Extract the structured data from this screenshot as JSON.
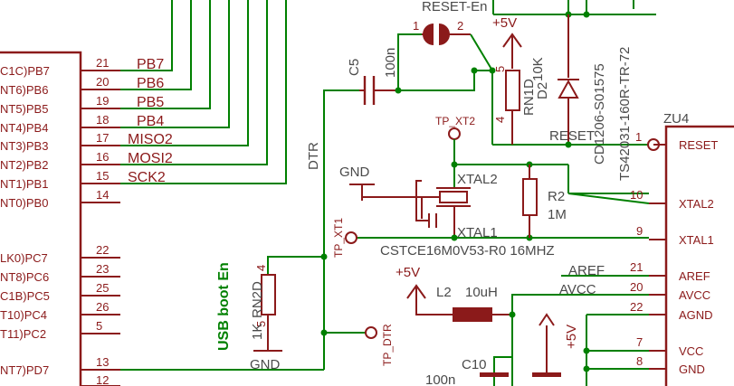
{
  "mcu_left": {
    "pins": [
      {
        "name": "C1C)PB7",
        "num": "21",
        "net": "PB7"
      },
      {
        "name": "NT6)PB6",
        "num": "20",
        "net": "PB6"
      },
      {
        "name": "NT5)PB5",
        "num": "19",
        "net": "PB5"
      },
      {
        "name": "NT4)PB4",
        "num": "18",
        "net": "PB4"
      },
      {
        "name": "NT3)PB3",
        "num": "17",
        "net": "MISO2"
      },
      {
        "name": "NT2)PB2",
        "num": "16",
        "net": "MOSI2"
      },
      {
        "name": "NT1)PB1",
        "num": "15",
        "net": "SCK2"
      },
      {
        "name": "NT0)PB0",
        "num": "14",
        "net": ""
      },
      {
        "name": "LK0)PC7",
        "num": "22",
        "net": ""
      },
      {
        "name": "NT8)PC6",
        "num": "23",
        "net": ""
      },
      {
        "name": "C1B)PC5",
        "num": "25",
        "net": ""
      },
      {
        "name": "T10)PC4",
        "num": "26",
        "net": ""
      },
      {
        "name": "T11)PC2",
        "num": "5",
        "net": ""
      },
      {
        "name": "NT7)PD7",
        "num": "13",
        "net": ""
      },
      {
        "name": "",
        "num": "12",
        "net": ""
      }
    ]
  },
  "reset_jumper": {
    "name": "RESET-En",
    "pin1": "1",
    "pin2": "2"
  },
  "c5": {
    "name": "C5",
    "value": "100n",
    "net": "DTR"
  },
  "rn1d": {
    "name": "RN1D",
    "value": "10K",
    "pin5": "5",
    "pin4": "4"
  },
  "d2": {
    "name": "D2"
  },
  "supply_top": {
    "label": "+5V"
  },
  "reset_net": {
    "label": "RESET"
  },
  "tp_xt2": {
    "label": "TP_XT2"
  },
  "tp_xt1": {
    "label": "TP_XT1"
  },
  "tp_dtr": {
    "label": "TP_DTR"
  },
  "crystal": {
    "net_gnd": "GND",
    "xtal2": "XTAL2",
    "xtal1": "XTAL1",
    "part": "CSTCE16M0V53-R0 16MHZ"
  },
  "r2": {
    "name": "R2",
    "value": "1M"
  },
  "rn2d": {
    "name": "RN2D",
    "value": "1K",
    "pin4": "4",
    "pin5": "5",
    "gnd": "GND"
  },
  "usb_boot": {
    "label": "USB boot En"
  },
  "l2": {
    "name": "L2",
    "value": "10uH",
    "supply": "+5V",
    "net_aref": "AREF",
    "net_avcc": "AVCC"
  },
  "c10": {
    "name": "C10",
    "value": "100n"
  },
  "supply_right": {
    "label": "+5V"
  },
  "zu4": {
    "name": "ZU4",
    "part_a": "CD1206-S01575",
    "part_b": "TS42031-160R-TR-72",
    "pins": [
      {
        "num": "1",
        "name": "RESET"
      },
      {
        "num": "10",
        "name": "XTAL2"
      },
      {
        "num": "9",
        "name": "XTAL1"
      },
      {
        "num": "21",
        "name": "AREF"
      },
      {
        "num": "20",
        "name": "AVCC"
      },
      {
        "num": "22",
        "name": "AGND"
      },
      {
        "num": "7",
        "name": "VCC"
      },
      {
        "num": "8",
        "name": "GND"
      }
    ]
  },
  "colors": {
    "wire": "#008000",
    "part": "#8b1a1a",
    "text": "#4a4a4a"
  }
}
